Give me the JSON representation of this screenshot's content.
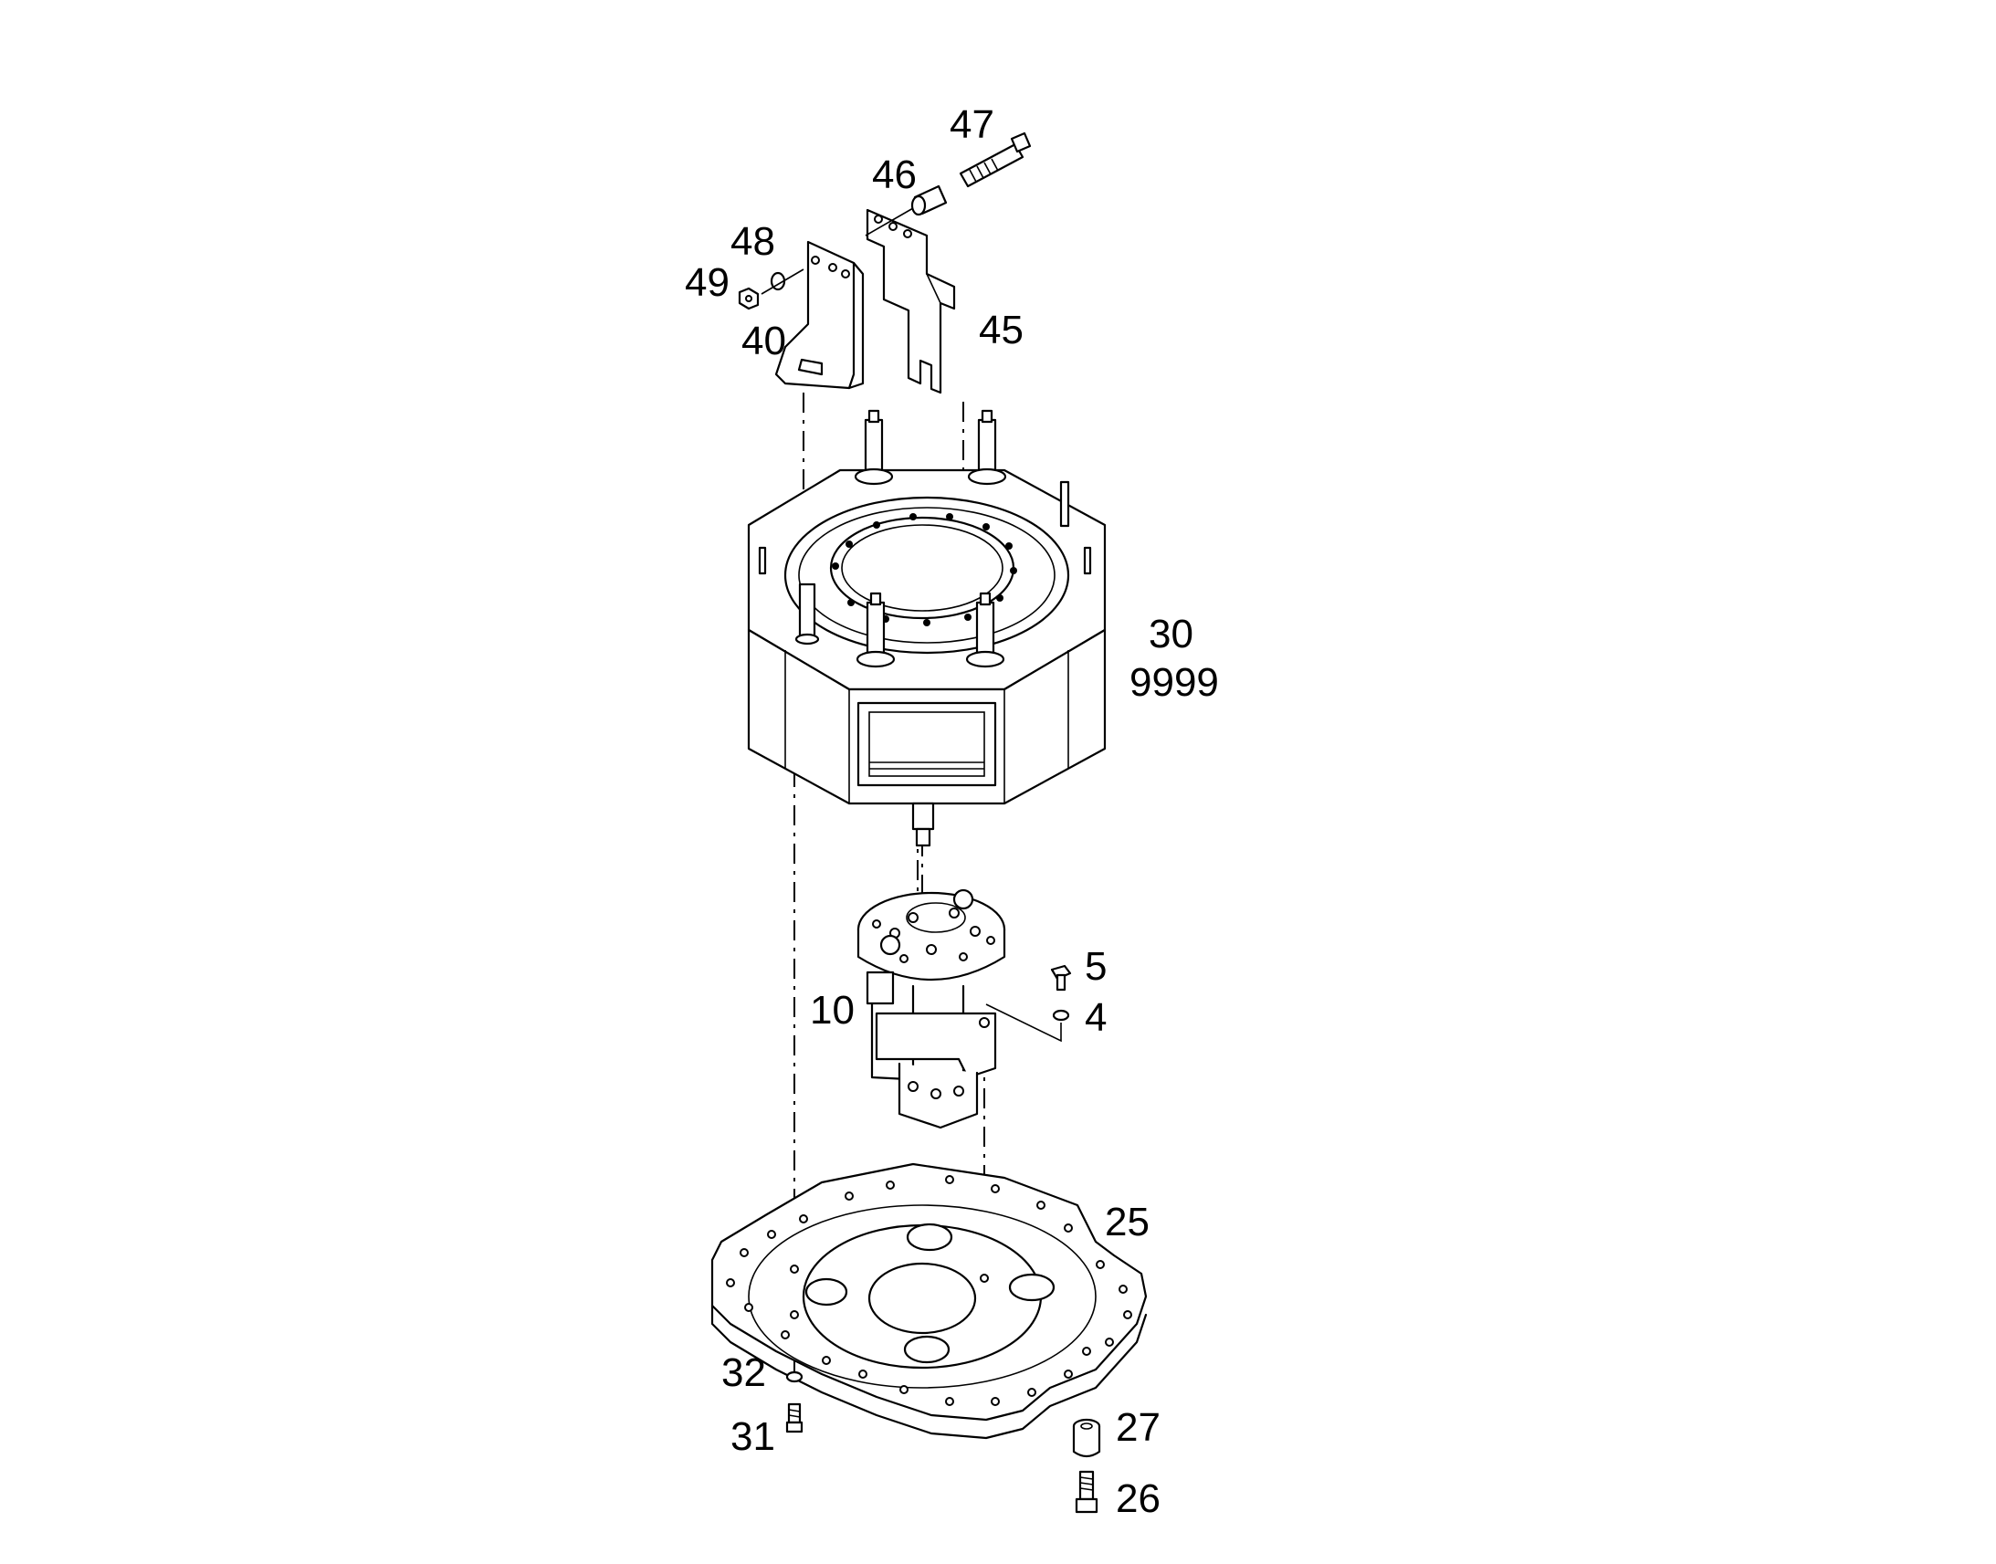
{
  "diagram": {
    "labels": {
      "p47": "47",
      "p46": "46",
      "p48": "48",
      "p49": "49",
      "p40": "40",
      "p45": "45",
      "p30": "30",
      "p9999": "9999",
      "p5": "5",
      "p4": "4",
      "p10": "10",
      "p25": "25",
      "p32": "32",
      "p31": "31",
      "p27": "27",
      "p26": "26"
    }
  }
}
